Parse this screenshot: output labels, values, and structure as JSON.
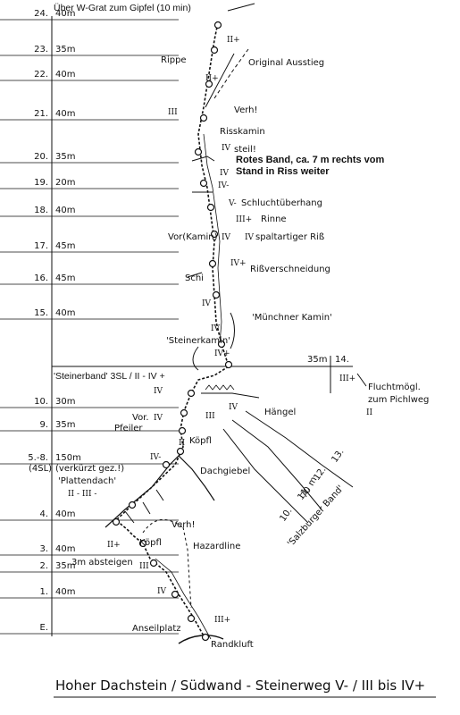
{
  "header": {
    "route_note": "Über W-Grat zum Gipfel (10 min)"
  },
  "pitches": [
    {
      "num": "24.",
      "len": "40m"
    },
    {
      "num": "23.",
      "len": "35m"
    },
    {
      "num": "22.",
      "len": "40m"
    },
    {
      "num": "21.",
      "len": "40m"
    },
    {
      "num": "20.",
      "len": "35m"
    },
    {
      "num": "19.",
      "len": "20m"
    },
    {
      "num": "18.",
      "len": "40m"
    },
    {
      "num": "17.",
      "len": "45m"
    },
    {
      "num": "16.",
      "len": "45m"
    },
    {
      "num": "15.",
      "len": "40m"
    },
    {
      "num": "10.",
      "len": "30m"
    },
    {
      "num": "9.",
      "len": "35m"
    },
    {
      "num": "5.-8.",
      "len": "150m"
    },
    {
      "num": "4.",
      "len": "40m"
    },
    {
      "num": "3.",
      "len": "40m"
    },
    {
      "num": "2.",
      "len": "35m"
    },
    {
      "num": "1.",
      "len": "40m"
    },
    {
      "num": "E.",
      "len": ""
    }
  ],
  "left_notes": {
    "pitch58_sub": "(4SL)",
    "shortened": "(verkürzt gez.!)",
    "plattendach": "'Plattendach'",
    "plattendach_grade": "II - III -"
  },
  "steinerband": {
    "label": "'Steinerband' 3SL / II - IV +"
  },
  "right_pitch14": {
    "len": "35m",
    "num": "14."
  },
  "annotations": {
    "original_exit": "Original Ausstieg",
    "rippe": "Rippe",
    "verh1": "Verh!",
    "risskamin": "Risskamin",
    "steil": "steil!",
    "rotes_band_1": "Rotes Band, ca. 7 m rechts vom",
    "rotes_band_2": "Stand in Riss weiter",
    "schluchtueberhang": "Schluchtüberhang",
    "rinne": "Rinne",
    "vor_kamin": "Vor(Kamin)",
    "spaltartiger": "spaltartiger Riß",
    "rissverschneidung": "Rißverschneidung",
    "schi": "Schi",
    "muenchner": "'Münchner Kamin'",
    "steinerkamin": "'Steinerkamin'",
    "fluchtmoeg_1": "Fluchtmögl.",
    "fluchtmoeg_2": "zum Pichlweg",
    "fluchtmoeg_grade": "II",
    "haengel": "Hängel",
    "vor_pfeiler_1": "Vor.",
    "vor_pfeiler_2": "Pfeiler",
    "koepfl": "Köpfl",
    "dachgiebel": "Dachgiebel",
    "koepfl2": "Köpfl",
    "verh2": "Verh!",
    "hazardline": "Hazardline",
    "absteigen": "3m absteigen",
    "anseilplatz": "Anseilplatz",
    "randkluft": "Randkluft",
    "salzburger": "'Salzburger Band'",
    "band_nums": [
      "10.",
      "11.",
      "12.",
      "13."
    ],
    "band_len": "70 m"
  },
  "grades": {
    "g24": "II+",
    "g22": "II+",
    "g21": "III",
    "g21b": "IV",
    "g20a": "IV",
    "g20b": "IV-",
    "g19": "V-",
    "g18a": "III+",
    "g18b": "IV",
    "g17a": "IV",
    "g17b": "IV+",
    "g16": "IV",
    "g15a": "IV",
    "g15b": "IV+",
    "g14": "III+",
    "g10a": "IV",
    "g10b": "III",
    "g10c": "IV",
    "g9a": "IV",
    "g9b": "II",
    "g58": "IV-",
    "g3": "II+",
    "g2": "III",
    "g1": "IV",
    "gE": "III+"
  },
  "title": {
    "text": "Hoher Dachstein / Südwand - Steinerweg V- / III bis IV+"
  }
}
